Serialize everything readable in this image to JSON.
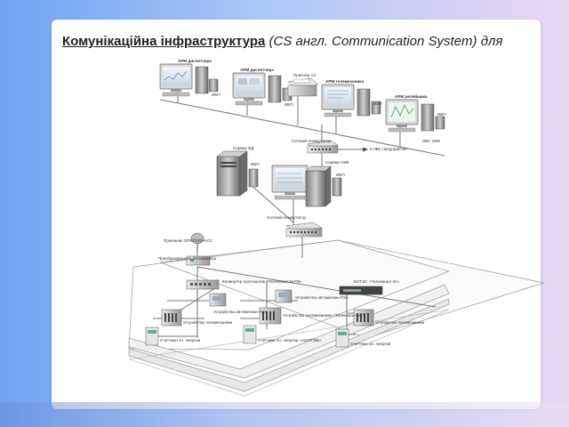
{
  "title": {
    "bullet": "",
    "bold_part": "Комунікаційна інфраструктура",
    "rest": " (CS англ. Communication System) для"
  },
  "labels": {
    "arm_dispatcher_1": "АРМ диспетчера",
    "arm_dispatcher_2": "АРМ диспетчера",
    "printer": "Принтер А3",
    "arm_telemechanic": "АРМ телемеханика",
    "arm_relay": "АРМ релейщика",
    "ups_1": "ИБП",
    "ups_2": "ИБП",
    "ups_3": "ИБП",
    "ups_4": "ИБП",
    "ups_5": "ИБП",
    "ups_6": "ИБП",
    "lan_oik": "ЛВС ОИК",
    "server_db": "Сервер БД",
    "network_switch_1": "Сетевой коммутатор",
    "server_oik": "Сервер ОИК",
    "lan_enterprise": "в ЛВС предприятия",
    "network_switch_2": "Сетевой коммутатор",
    "gps_receiver": "Приемник GPS/ГЛОНАСС",
    "interface_converter": "Преобразователь интерфейса",
    "protocol_converter": "Конвертер протоколов «Телеканал-М-ПК»",
    "kotes": "КОТЭС «Телеканал-41»",
    "rza_1": "Устройства автоматики РЗА",
    "rza_2": "Устройства автоматики РЗА",
    "telemech_1": "Устройства телемеханики",
    "telemech_2": "Устройства телемеханики «Телеканал-М2»",
    "telemech_3": "Устройства телемеханики",
    "meter_1": "Счетчики эл. энергии",
    "meter_2": "Счетчики эл. энергии «АИИТЭЖ»",
    "meter_3": "Счетчики эл. энергии"
  }
}
